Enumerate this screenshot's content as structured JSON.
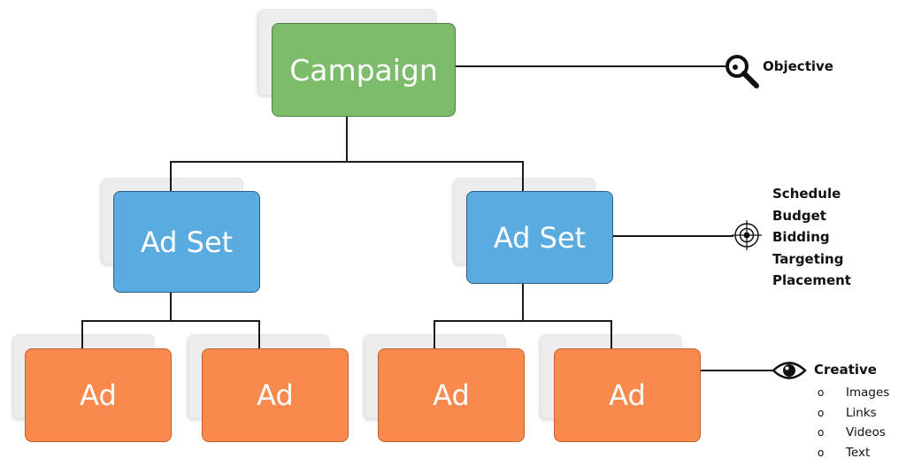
{
  "diagram": {
    "campaign": {
      "label": "Campaign"
    },
    "ad_sets": [
      {
        "label": "Ad Set",
        "ads": [
          {
            "label": "Ad"
          },
          {
            "label": "Ad"
          }
        ]
      },
      {
        "label": "Ad Set",
        "ads": [
          {
            "label": "Ad"
          },
          {
            "label": "Ad"
          }
        ]
      }
    ]
  },
  "annotations": {
    "objective": {
      "icon": "magnifier-icon",
      "label": "Objective"
    },
    "ad_set_settings": {
      "icon": "crosshair-target-icon",
      "items": [
        "Schedule",
        "Budget",
        "Bidding",
        "Targeting",
        "Placement"
      ]
    },
    "creative": {
      "icon": "eye-icon",
      "label": "Creative",
      "bullet": "o",
      "items": [
        "Images",
        "Links",
        "Videos",
        "Text"
      ]
    }
  },
  "colors": {
    "campaign": "#7cbc6b",
    "ad_set": "#5aabe0",
    "ad": "#f98a4d",
    "connector": "#1a1a1a"
  }
}
